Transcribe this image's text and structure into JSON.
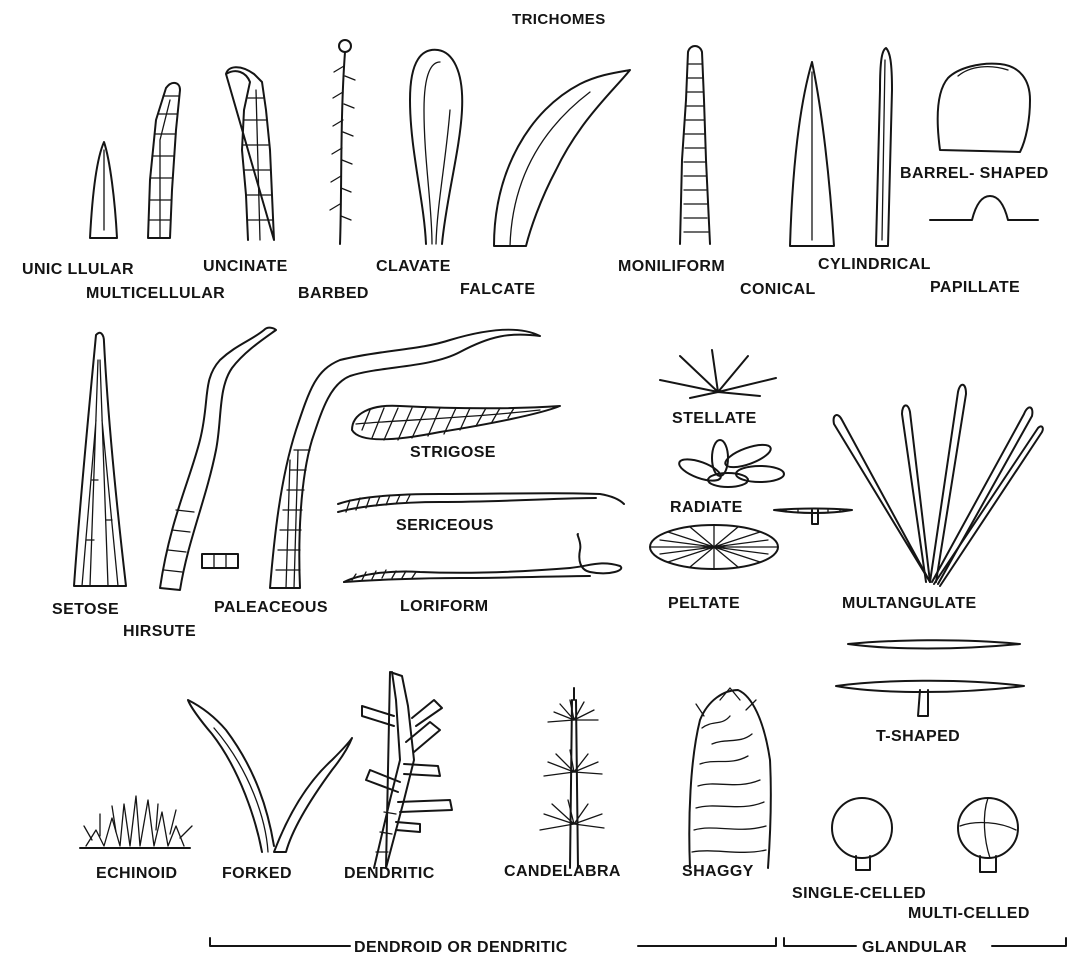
{
  "title": "TRICHOMES",
  "labels": {
    "unicellular": "UNIC LLULAR",
    "multicellular": "MULTICELLULAR",
    "uncinate": "UNCINATE",
    "barbed": "BARBED",
    "clavate": "CLAVATE",
    "falcate": "FALCATE",
    "moniliform": "MONILIFORM",
    "conical": "CONICAL",
    "cylindrical": "CYLINDRICAL",
    "barrel_shaped": "BARREL- SHAPED",
    "papillate": "PAPILLATE",
    "setose": "SETOSE",
    "hirsute": "HIRSUTE",
    "paleaceous": "PALEACEOUS",
    "strigose": "STRIGOSE",
    "sericeous": "SERICEOUS",
    "loriform": "LORIFORM",
    "stellate": "STELLATE",
    "radiate": "RADIATE",
    "peltate": "PELTATE",
    "multangulate": "MULTANGULATE",
    "t_shaped": "T-SHAPED",
    "echinoid": "ECHINOID",
    "forked": "FORKED",
    "dendritic": "DENDRITIC",
    "candelabra": "CANDELABRA",
    "shaggy": "SHAGGY",
    "single_celled": "SINGLE-CELLED",
    "multi_celled": "MULTI-CELLED"
  },
  "groups": {
    "dendroid": "DENDROID OR DENDRITIC",
    "glandular": "GLANDULAR"
  }
}
